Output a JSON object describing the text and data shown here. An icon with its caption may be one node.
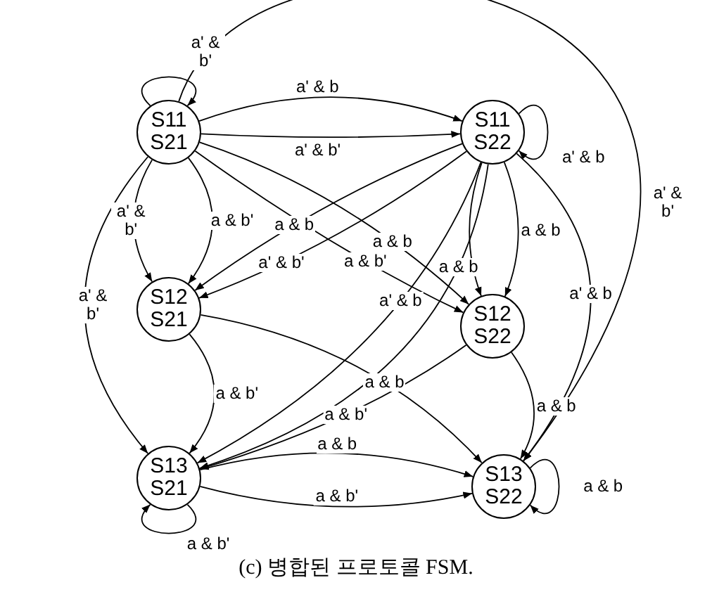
{
  "diagram": {
    "caption": "(c) 병합된 프로토콜 FSM.",
    "nodes": [
      {
        "text": [
          "S11 S21"
        ]
      },
      {
        "text": [
          "S11 S22"
        ]
      },
      {
        "text": [
          "S12 S21"
        ]
      },
      {
        "text": [
          "S12 S22"
        ]
      },
      {
        "text": [
          "S13 S21"
        ]
      },
      {
        "text": [
          "S13 S22"
        ]
      }
    ],
    "edges": [
      {
        "from": 0,
        "to": 0,
        "arrow": "to",
        "label": "a' & b'"
      },
      {
        "from": 0,
        "to": 1,
        "arrow": "to",
        "label": "a' & b"
      },
      {
        "from": 0,
        "to": 1,
        "arrow": "to",
        "label": "a' & b'"
      },
      {
        "from": 0,
        "to": 5,
        "arrow": "to",
        "label": "a' & b'"
      },
      {
        "from": 1,
        "to": 1,
        "arrow": "to",
        "label": "a' & b"
      },
      {
        "from": 1,
        "to": 5,
        "arrow": "to",
        "label": "a' & b"
      },
      {
        "from": 1,
        "to": 3,
        "arrow": "to"
      },
      {
        "from": 1,
        "to": 3,
        "arrow": "to",
        "label": "a & b"
      },
      {
        "from": 1,
        "to": 2,
        "arrow": "to",
        "label": "a & b"
      },
      {
        "from": 1,
        "to": 2,
        "arrow": "to",
        "label": "a' & b'"
      },
      {
        "from": 0,
        "to": 3,
        "arrow": "to",
        "label": "a & b"
      },
      {
        "from": 0,
        "to": 3,
        "arrow": "to",
        "label": "a & b'"
      },
      {
        "from": 1,
        "to": 4,
        "arrow": "to",
        "label": "a & b"
      },
      {
        "from": 1,
        "to": 4,
        "arrow": "to",
        "label": "a' & b"
      },
      {
        "from": 0,
        "to": 2,
        "arrow": "to",
        "label": "a' & b'"
      },
      {
        "from": 0,
        "to": 2,
        "arrow": "to",
        "label": "a & b'"
      },
      {
        "from": 0,
        "to": 4,
        "arrow": "to",
        "label": "a' & b'"
      },
      {
        "from": 2,
        "to": 4,
        "arrow": "to",
        "label": "a & b'"
      },
      {
        "from": 2,
        "to": 5,
        "arrow": "to",
        "label": "a & b"
      },
      {
        "from": 3,
        "to": 4,
        "arrow": "to",
        "label": "a & b'"
      },
      {
        "from": 3,
        "to": 5,
        "arrow": "to",
        "label": "a & b"
      },
      {
        "from": 4,
        "to": 5,
        "arrow": "to",
        "label": "a & b"
      },
      {
        "from": 4,
        "to": 5,
        "arrow": "to",
        "label": "a & b'"
      },
      {
        "from": 5,
        "to": 5,
        "arrow": "to",
        "label": "a & b"
      },
      {
        "from": 4,
        "to": 4,
        "arrow": "to",
        "label": "a & b'"
      }
    ]
  }
}
